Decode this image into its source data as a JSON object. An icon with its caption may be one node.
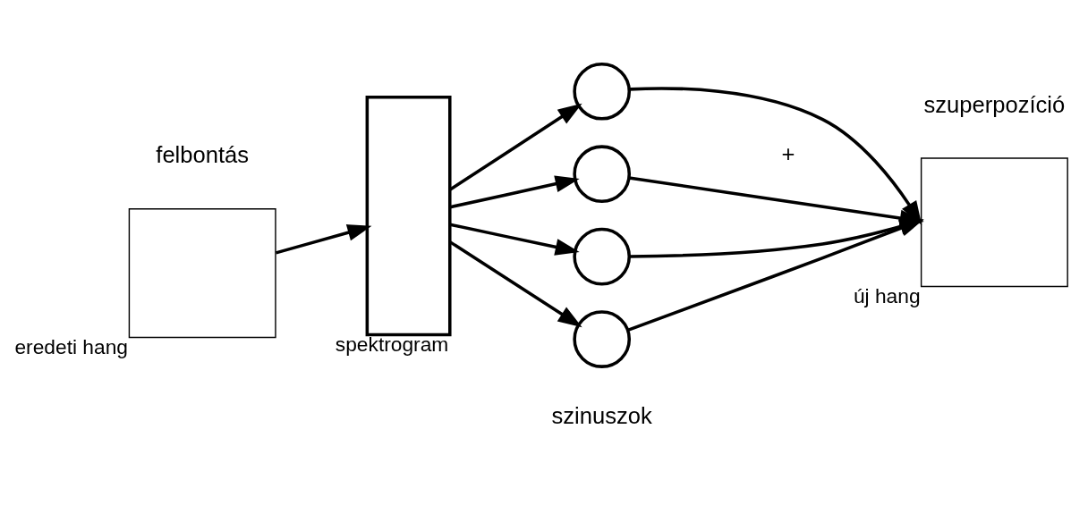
{
  "diagram": {
    "nodes": [
      {
        "text": [],
        "shape": "box",
        "beside": [
          "eredeti hang"
        ]
      },
      {
        "text": [],
        "shape": "bar",
        "beside": [
          "spektrogram"
        ]
      },
      {
        "text": [],
        "shape": "circle"
      },
      {
        "text": [],
        "shape": "circle"
      },
      {
        "text": [],
        "shape": "circle"
      },
      {
        "text": [],
        "shape": "circle"
      },
      {
        "text": [],
        "shape": "box",
        "beside": [
          "új hang"
        ]
      }
    ],
    "edges": [
      {
        "from": 0,
        "to": 1,
        "arrow": "to"
      },
      {
        "from": 1,
        "to": 2,
        "arrow": "to"
      },
      {
        "from": 1,
        "to": 3,
        "arrow": "to"
      },
      {
        "from": 1,
        "to": 4,
        "arrow": "to"
      },
      {
        "from": 1,
        "to": 5,
        "arrow": "to"
      },
      {
        "from": 2,
        "to": 6,
        "arrow": "to"
      },
      {
        "from": 3,
        "to": 6,
        "arrow": "to"
      },
      {
        "from": 4,
        "to": 6,
        "arrow": "to"
      },
      {
        "from": 5,
        "to": 6,
        "arrow": "to"
      }
    ],
    "labels": [
      "felbontás",
      "szuperpozíció",
      "+",
      "szinuszok"
    ]
  }
}
